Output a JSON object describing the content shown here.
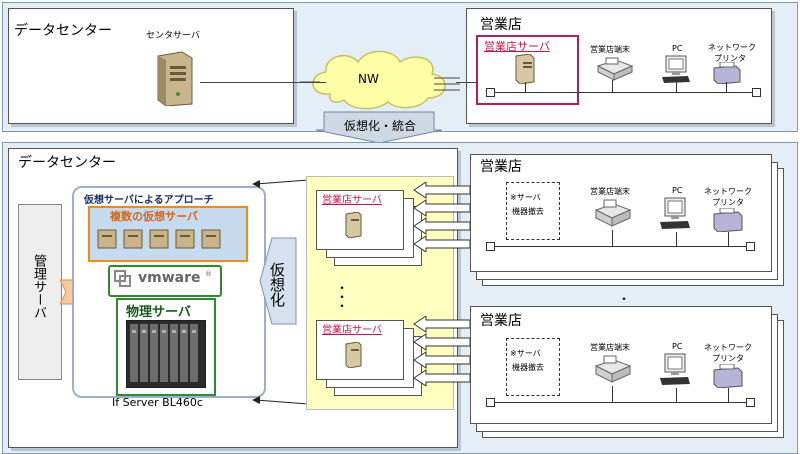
{
  "top": {
    "datacenter_title": "データセンター",
    "center_server_label": "センタサーバ",
    "cloud_label": "NW",
    "branch_title": "営業店",
    "branch_server_label": "営業店サーバ",
    "terminal_label": "営業店端末",
    "pc_label": "PC",
    "printer_label_1": "ネットワーク",
    "printer_label_2": "プリンタ"
  },
  "transition": {
    "label": "仮想化・統合"
  },
  "bottom": {
    "datacenter_title": "データセンター",
    "mgmt_server_label": "管理サーバ",
    "approach_title": "仮想サーバによるアプローチ",
    "virtual_servers_label": "複数の仮想サーバ",
    "vmware_label": "vmware",
    "vmware_suffix": "®",
    "physical_server_label": "物理サーバ",
    "model_label": "If Server BL460c",
    "virtualize_label": "仮想化",
    "vm_label_1": "営業店サーバ",
    "vm_label_2": "営業店サーバ",
    "ellipsis": "・\n・\n・",
    "branches": [
      {
        "title": "営業店",
        "removed_label_1": "※サーバ",
        "removed_label_2": "機器撤去",
        "terminal_label": "営業店端末",
        "pc_label": "PC",
        "printer_label_1": "ネットワーク",
        "printer_label_2": "プリンタ"
      },
      {
        "title": "営業店",
        "removed_label_1": "※サーバ",
        "removed_label_2": "機器撤去",
        "terminal_label": "営業店端末",
        "pc_label": "PC",
        "printer_label_1": "ネットワーク",
        "printer_label_2": "プリンタ"
      }
    ],
    "between_dot": "・"
  },
  "colors": {
    "accent_red": "#c8164a",
    "panel_bg": "#e3eef6",
    "yellow": "#ffffc0",
    "green": "#2e8b2e",
    "orange": "#f08a1a"
  }
}
